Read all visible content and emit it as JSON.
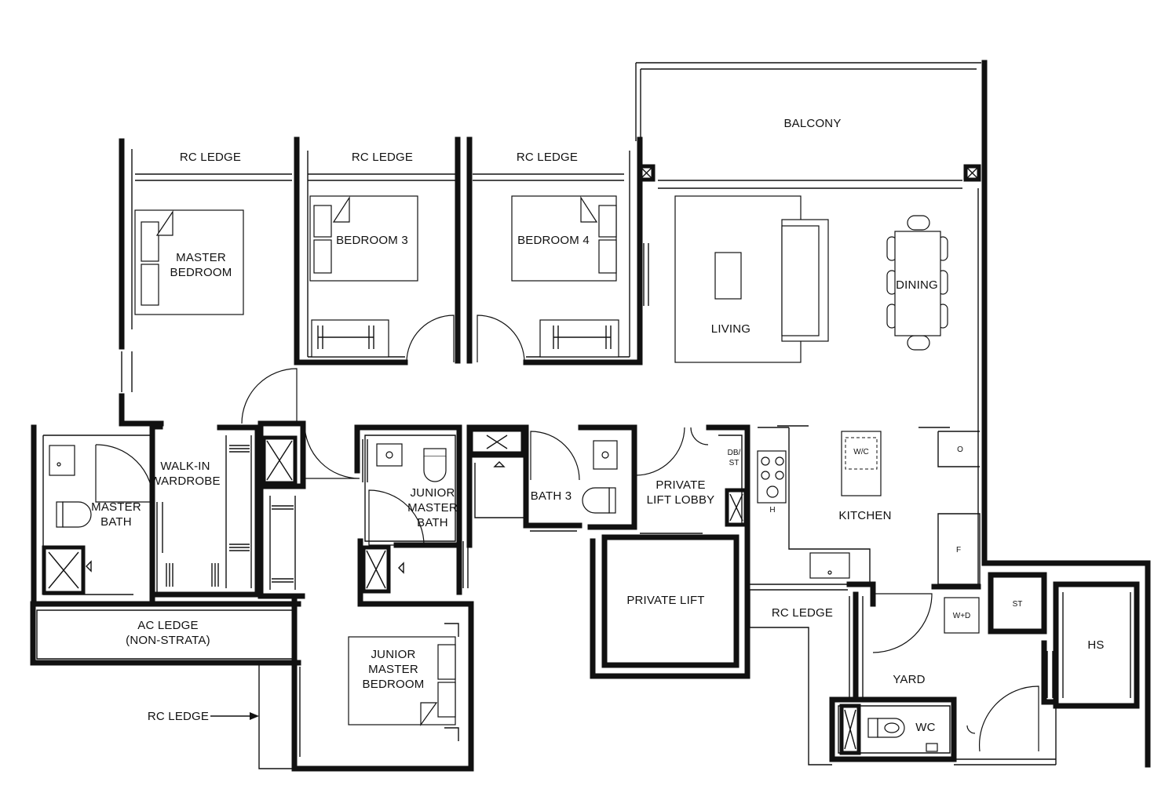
{
  "rooms": {
    "balcony": "BALCONY",
    "rc_ledge_1": "RC LEDGE",
    "rc_ledge_2": "RC LEDGE",
    "rc_ledge_3": "RC LEDGE",
    "master_bedroom_1": "MASTER",
    "master_bedroom_2": "BEDROOM",
    "bedroom_3": "BEDROOM 3",
    "bedroom_4": "BEDROOM 4",
    "living": "LIVING",
    "dining": "DINING",
    "walk_in_1": "WALK-IN",
    "walk_in_2": "WARDROBE",
    "master_bath_1": "MASTER",
    "master_bath_2": "BATH",
    "junior_bath_1": "JUNIOR",
    "junior_bath_2": "MASTER",
    "junior_bath_3": "BATH",
    "bath_3": "BATH 3",
    "private_lobby_1": "PRIVATE",
    "private_lobby_2": "LIFT LOBBY",
    "db_st_1": "DB/",
    "db_st_2": "ST",
    "kitchen": "KITCHEN",
    "wc_fridge_box": "W/C",
    "oven": "O",
    "fridge": "F",
    "hob": "H",
    "private_lift": "PRIVATE LIFT",
    "rc_ledge_4": "RC LEDGE",
    "ac_ledge_1": "AC LEDGE",
    "ac_ledge_2": "(NON-STRATA)",
    "junior_bedroom_1": "JUNIOR",
    "junior_bedroom_2": "MASTER",
    "junior_bedroom_3": "BEDROOM",
    "rc_ledge_5": "RC LEDGE",
    "yard": "YARD",
    "wc": "WC",
    "st": "ST",
    "wd": "W+D",
    "hs": "HS"
  }
}
